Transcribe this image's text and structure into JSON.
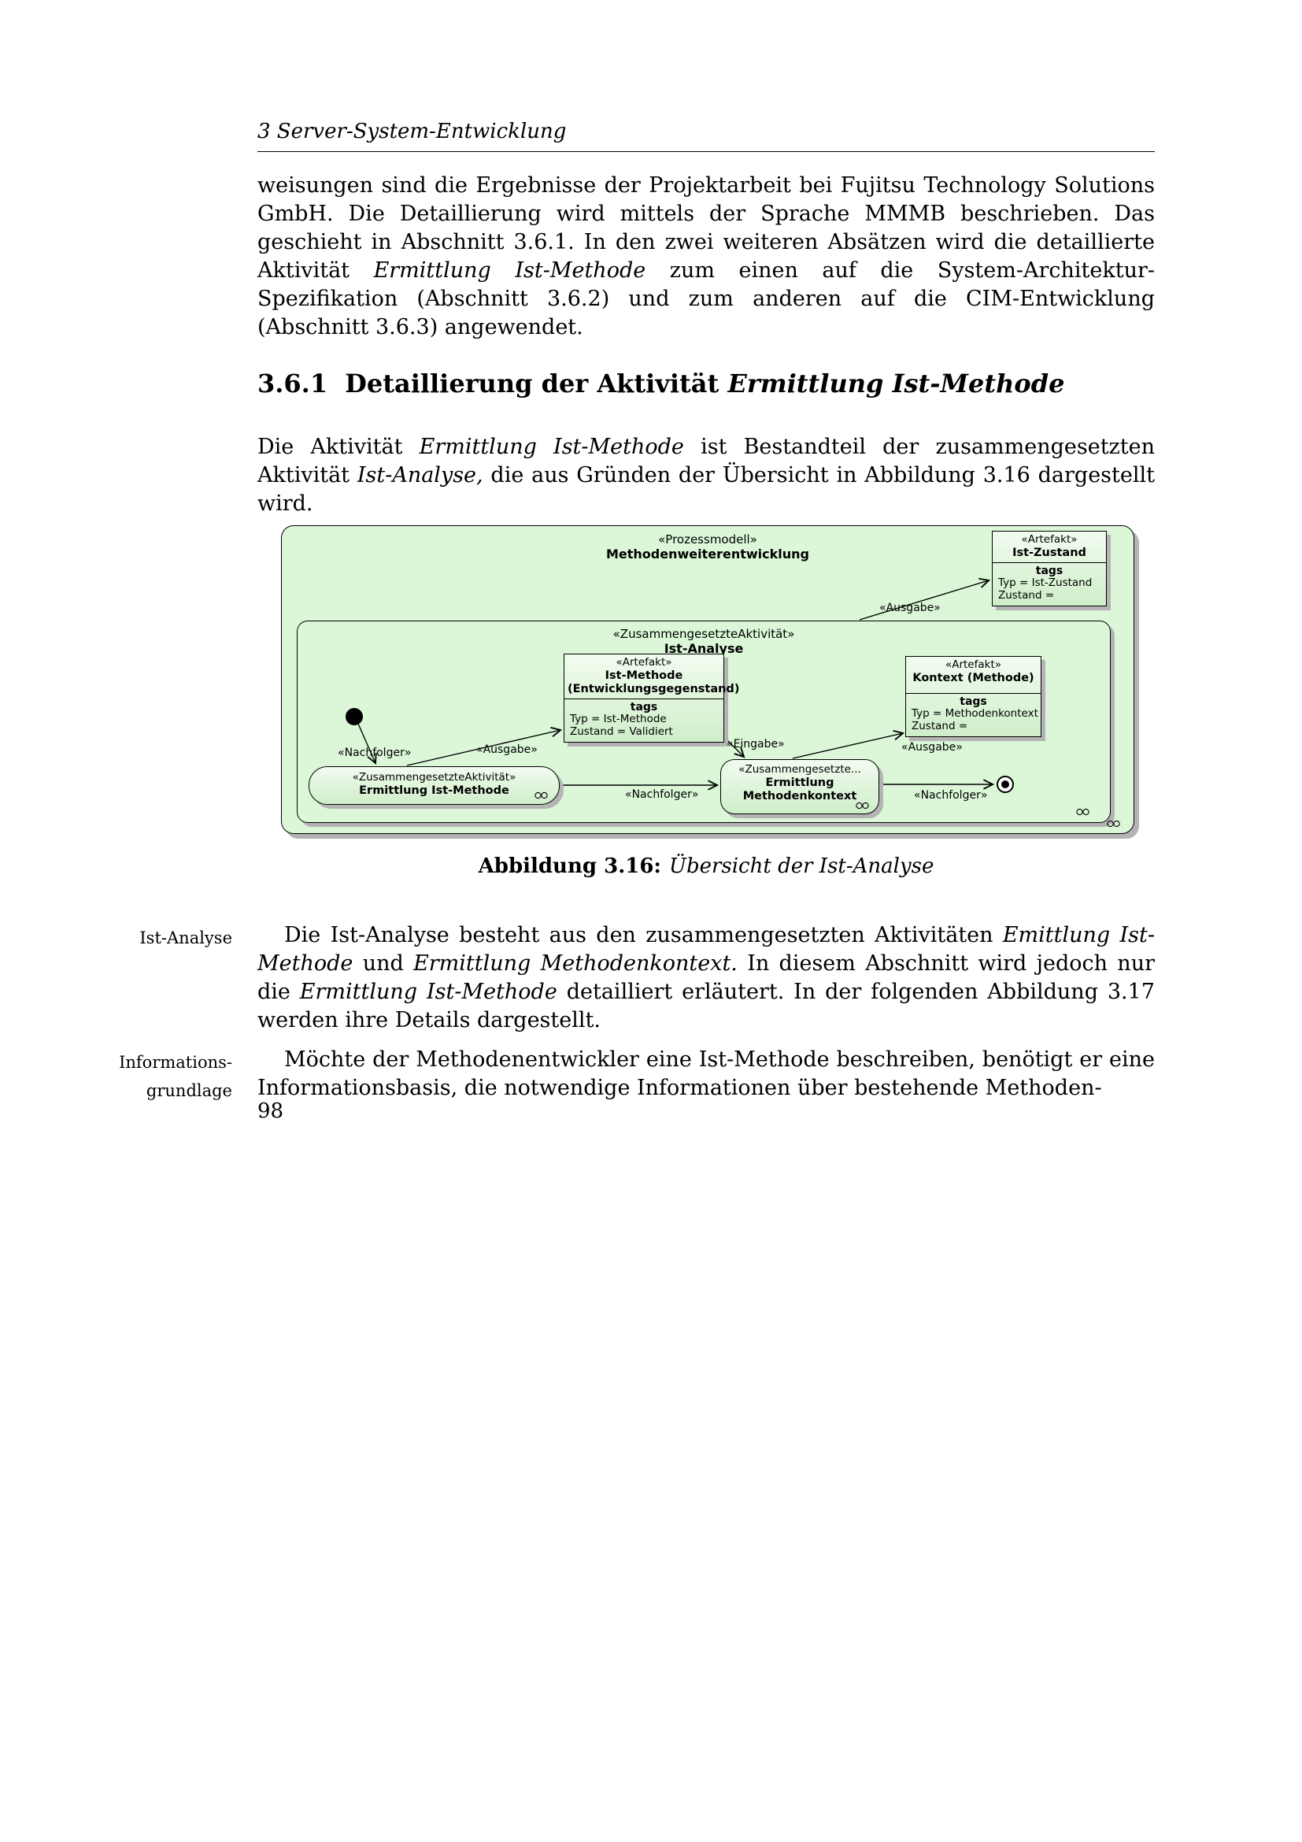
{
  "page": {
    "running_header": "3 Server-System-Entwicklung",
    "page_number": "98"
  },
  "content": {
    "p1": [
      {
        "t": "weisungen sind die Ergebnisse der Projektarbeit bei Fujitsu Technology Solutions GmbH. Die Detaillierung wird mittels der Sprache MMMB beschrieben. Das geschieht in Abschnitt 3.6.1. In den zwei weiteren Absätzen wird die detaillierte Aktivität "
      },
      {
        "t": "Ermittlung Ist-Methode",
        "i": true
      },
      {
        "t": " zum einen auf die System-Architektur-Spezifikation (Abschnitt 3.6.2) und zum anderen auf die CIM-Entwicklung (Abschnitt 3.6.3) angewendet."
      }
    ],
    "section_heading": {
      "number": "3.6.1",
      "title": [
        {
          "t": "Detaillierung der Aktivität "
        },
        {
          "t": "Ermittlung Ist-Methode",
          "i": true
        }
      ]
    },
    "p2": [
      {
        "t": "Die Aktivität "
      },
      {
        "t": "Ermittlung Ist-Methode",
        "i": true
      },
      {
        "t": " ist Bestandteil der zusammengesetzten Aktivität "
      },
      {
        "t": "Ist-Analyse,",
        "i": true
      },
      {
        "t": " die aus Gründen der Übersicht in Abbildung 3.16 dargestellt wird."
      }
    ],
    "caption": {
      "label": "Abbildung 3.16:",
      "text": "Übersicht der Ist-Analyse"
    },
    "p3": [
      {
        "t": "Die Ist-Analyse besteht aus den zusammengesetzten Aktivitäten "
      },
      {
        "t": "Emittlung Ist-Methode",
        "i": true
      },
      {
        "t": " und "
      },
      {
        "t": "Ermittlung Methodenkontext.",
        "i": true
      },
      {
        "t": " In diesem Abschnitt wird jedoch nur die "
      },
      {
        "t": "Ermittlung Ist-Methode",
        "i": true
      },
      {
        "t": " detailliert erläutert. In der folgenden Abbildung 3.17 werden ihre Details dargestellt."
      }
    ],
    "p4": [
      {
        "t": "Möchte der Methodenentwickler eine Ist-Methode beschreiben, benötigt er eine Informationsbasis, die notwendige Informationen über bestehende Methoden-"
      }
    ],
    "margin_notes": {
      "ist_analyse": "Ist-Analyse",
      "informationsgrundlage": [
        "Informations-",
        "grundlage"
      ]
    }
  },
  "diagram": {
    "frame": {
      "stereotype": "«Prozessmodell»",
      "name": "Methodenweiterentwicklung"
    },
    "ist_analyse": {
      "stereotype": "«ZusammengesetzteAktivität»",
      "name": "Ist-Analyse"
    },
    "ist_zustand": {
      "stereotype": "«Artefakt»",
      "name": "Ist-Zustand",
      "tags_title": "tags",
      "tags": [
        "Typ = Ist-Zustand",
        "Zustand ="
      ]
    },
    "ist_methode": {
      "stereotype": "«Artefakt»",
      "name": "Ist-Methode",
      "subname": "(Entwicklungsgegenstand)",
      "tags_title": "tags",
      "tags": [
        "Typ = Ist-Methode",
        "Zustand = Validiert"
      ]
    },
    "kontext": {
      "stereotype": "«Artefakt»",
      "name": "Kontext (Methode)",
      "tags_title": "tags",
      "tags": [
        "Typ = Methodenkontext",
        "Zustand ="
      ]
    },
    "ermittlung_ist_methode": {
      "stereotype": "«ZusammengesetzteAktivität»",
      "name": "Ermittlung Ist-Methode"
    },
    "ermittlung_methodenkontext": {
      "stereotype": "«Zusammengesetzte...",
      "name_line1": "Ermittlung",
      "name_line2": "Methodenkontext"
    },
    "edge_labels": {
      "nachfolger_start": "«Nachfolger»",
      "ausgabe_ist_methode": "«Ausgabe»",
      "eingabe": "«Eingabe»",
      "ausgabe_kontext": "«Ausgabe»",
      "ausgabe_ist_zustand": "«Ausgabe»",
      "nachfolger_mid": "«Nachfolger»",
      "nachfolger_end": "«Nachfolger»"
    }
  },
  "colors": {
    "diagram_fill": "#dbf7d8",
    "box_grad_top": "#f2fcf0",
    "box_grad_bottom": "#cfeec9",
    "shadow": "#b4b4b4"
  }
}
